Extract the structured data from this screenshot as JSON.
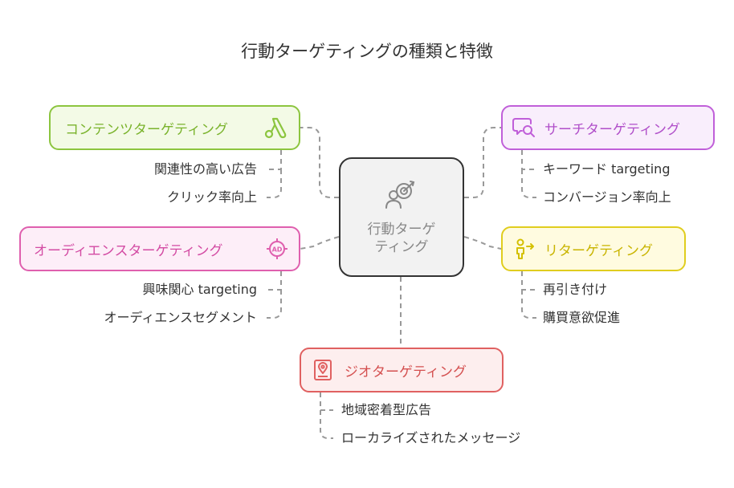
{
  "title": "行動ターゲティングの種類と特徴",
  "center": {
    "line1": "行動ターゲ",
    "line2": "ティング"
  },
  "nodes": {
    "content": {
      "label": "コンテンツターゲティング",
      "icon": "ads-logo-icon",
      "color": "#8cc53f",
      "items": [
        "関連性の高い広告",
        "クリック率向上"
      ]
    },
    "search": {
      "label": "サーチターゲティング",
      "icon": "search-chat-icon",
      "color": "#c05fd9",
      "items": [
        "キーワード targeting",
        "コンバージョン率向上"
      ]
    },
    "audience": {
      "label": "オーディエンスターゲティング",
      "icon": "ad-target-icon",
      "color": "#df5fae",
      "items": [
        "興味関心 targeting",
        "オーディエンスセグメント"
      ]
    },
    "retargeting": {
      "label": "リターゲティング",
      "icon": "person-return-icon",
      "color": "#e0cd1e",
      "items": [
        "再引き付け",
        "購買意欲促進"
      ]
    },
    "geo": {
      "label": "ジオターゲティング",
      "icon": "map-pin-icon",
      "color": "#e06161",
      "items": [
        "地域密着型広告",
        "ローカライズされたメッセージ"
      ]
    }
  }
}
